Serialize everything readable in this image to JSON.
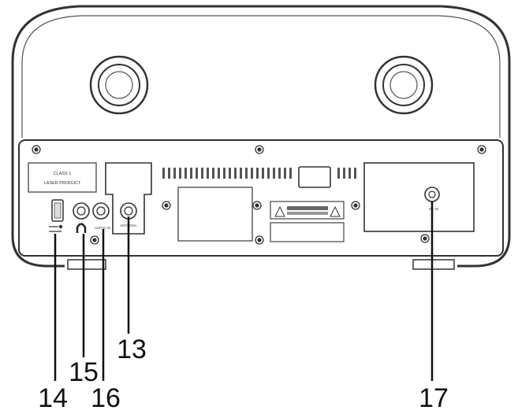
{
  "diagram": {
    "callouts": {
      "c13": "13",
      "c14": "14",
      "c15": "15",
      "c16": "16",
      "c17": "17"
    },
    "labels": {
      "laser_line1": "CLASS 1",
      "laser_line2": "LASER PRODUCT",
      "antenna": "ANTENNA",
      "dc_in": "DC IN",
      "audio_in": "AUDIO IN"
    },
    "colors": {
      "line": "#333333",
      "fill": "#ffffff",
      "hatch": "#555555"
    },
    "icons": [
      "usb-port-icon",
      "headphone-icon",
      "warning-triangle-icon",
      "screw-icon"
    ]
  }
}
